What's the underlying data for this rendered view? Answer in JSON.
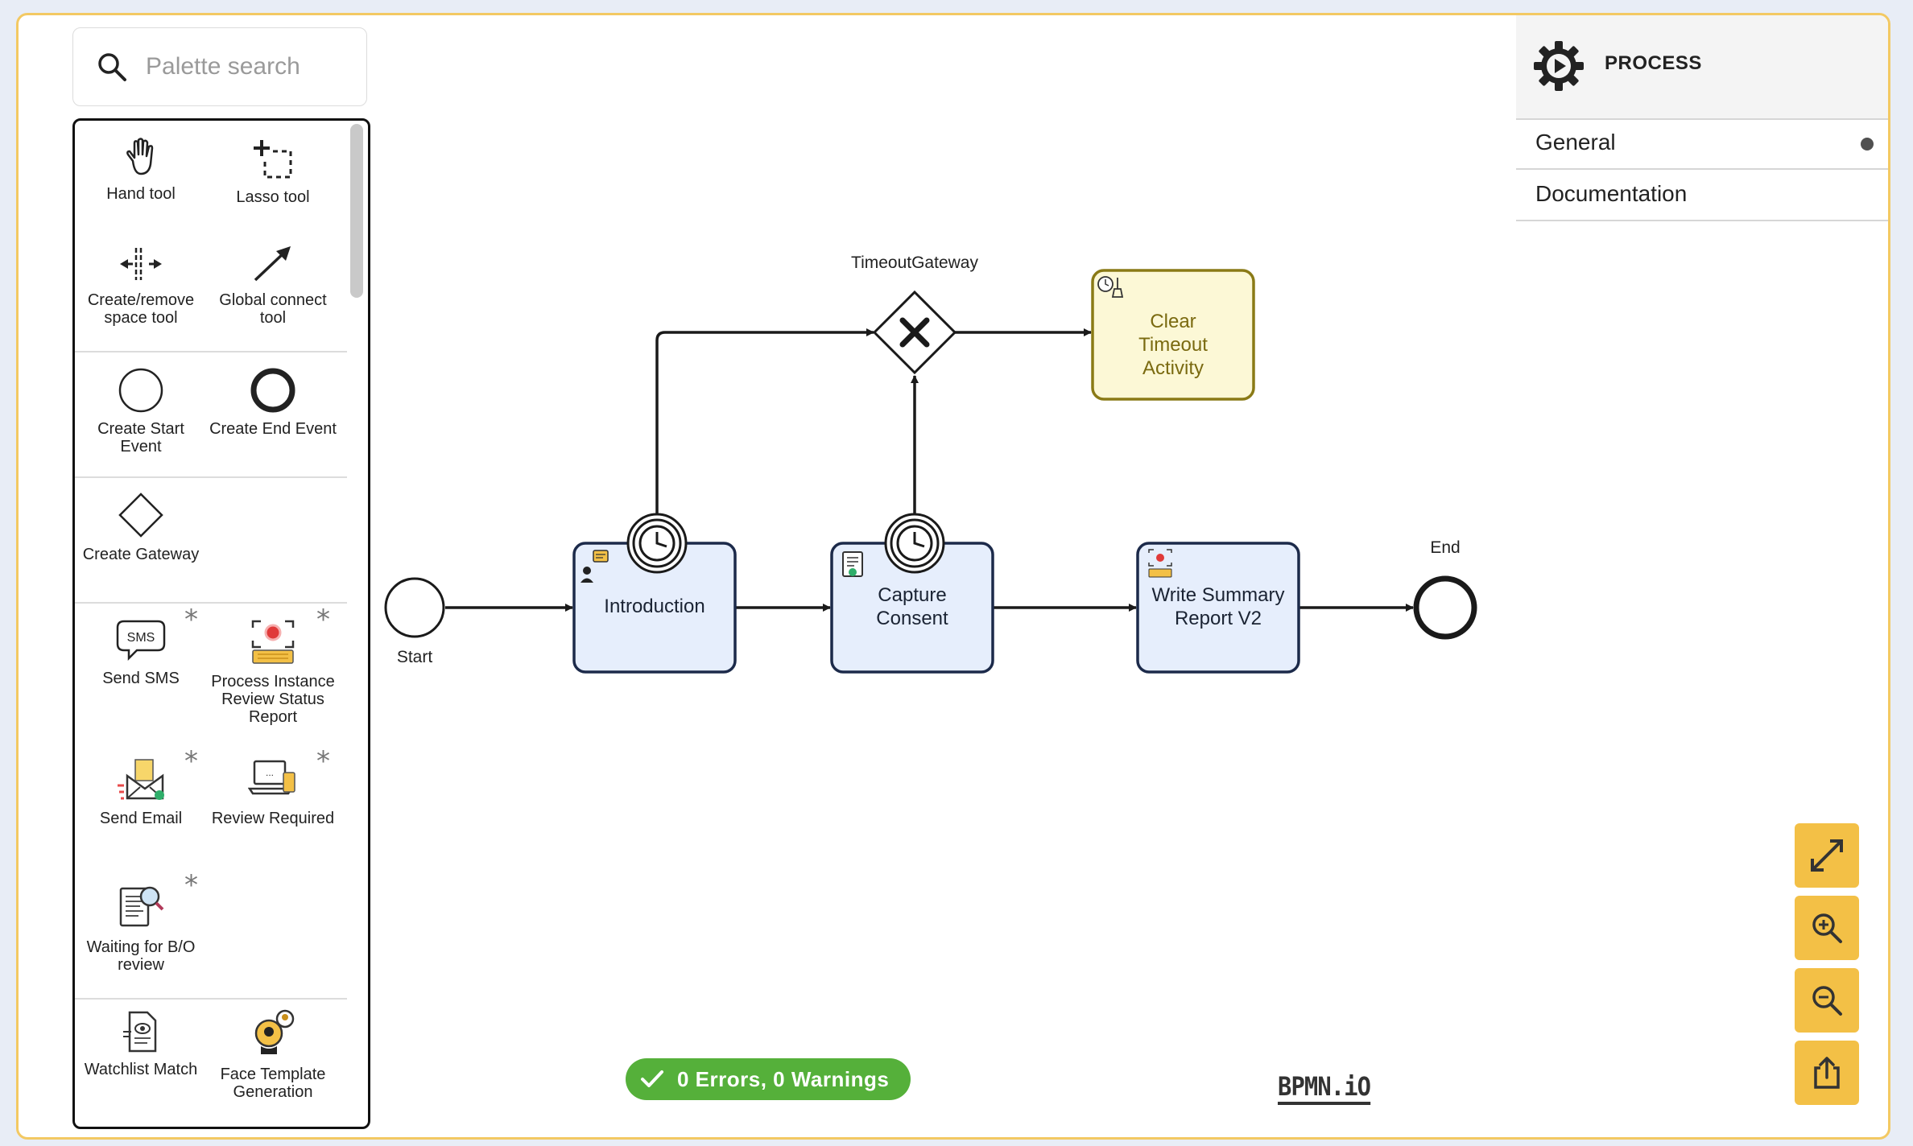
{
  "search": {
    "placeholder": "Palette search"
  },
  "palette": {
    "tools": [
      {
        "label": "Hand tool",
        "icon": "hand-icon"
      },
      {
        "label": "Lasso tool",
        "icon": "lasso-icon"
      },
      {
        "label": "Create/remove space tool",
        "icon": "space-tool-icon"
      },
      {
        "label": "Global connect tool",
        "icon": "connect-arrow-icon"
      },
      {
        "label": "Create Start Event",
        "icon": "start-event-icon"
      },
      {
        "label": "Create End Event",
        "icon": "end-event-icon"
      },
      {
        "label": "Create Gateway",
        "icon": "gateway-icon"
      },
      {
        "label": "Send SMS",
        "icon": "sms-icon"
      },
      {
        "label": "Process Instance Review Status Report",
        "icon": "review-report-icon"
      },
      {
        "label": "Send Email",
        "icon": "email-icon"
      },
      {
        "label": "Review Required",
        "icon": "laptop-review-icon"
      },
      {
        "label": "Waiting for B/O review",
        "icon": "document-search-icon"
      },
      {
        "label": "Watchlist Match",
        "icon": "watchlist-icon"
      },
      {
        "label": "Face Template Generation",
        "icon": "face-template-icon"
      }
    ],
    "custom_marker": "*"
  },
  "diagram": {
    "gateway_label": "TimeoutGateway",
    "start_label": "Start",
    "end_label": "End",
    "tasks": {
      "introduction": "Introduction",
      "capture_consent": "Capture Consent",
      "write_summary": "Write Summary Report V2",
      "clear_timeout": "Clear Timeout Activity"
    },
    "gateway_symbol": "X"
  },
  "properties": {
    "title": "PROCESS",
    "rows": [
      {
        "label": "General"
      },
      {
        "label": "Documentation"
      }
    ]
  },
  "status": {
    "text": "0 Errors, 0 Warnings"
  },
  "brand": "BPMN.iO",
  "colors": {
    "accent": "#f3c046",
    "task_fill": "#e6eefc",
    "task_stroke": "#1c2a4a",
    "highlight_fill": "#fcf8d6",
    "highlight_stroke": "#8a7a16",
    "status_green": "#55b03a"
  }
}
